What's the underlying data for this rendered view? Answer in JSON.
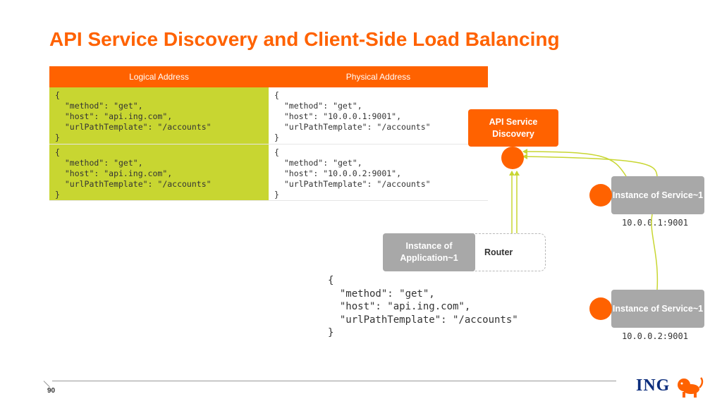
{
  "slide": {
    "title": "API Service Discovery and Client-Side Load Balancing",
    "page_number": "90"
  },
  "table": {
    "headers": [
      "Logical Address",
      "Physical Address"
    ],
    "rows": [
      {
        "logical": "{\n  \"method\": \"get\",\n  \"host\": \"api.ing.com\",\n  \"urlPathTemplate\": \"/accounts\"\n}",
        "physical": "{\n  \"method\": \"get\",\n  \"host\": \"10.0.0.1:9001\",\n  \"urlPathTemplate\": \"/accounts\"\n}"
      },
      {
        "logical": "{\n  \"method\": \"get\",\n  \"host\": \"api.ing.com\",\n  \"urlPathTemplate\": \"/accounts\"\n}",
        "physical": "{\n  \"method\": \"get\",\n  \"host\": \"10.0.0.2:9001\",\n  \"urlPathTemplate\": \"/accounts\"\n}"
      }
    ]
  },
  "diagram": {
    "service_discovery": "API Service Discovery",
    "service_instance_1": "Instance of Service~1",
    "service_instance_2": "Instance of Service~1",
    "service_instance_1_address": "10.0.0.1:9001",
    "service_instance_2_address": "10.0.0.2:9001",
    "application_instance": "Instance of Application~1",
    "router": "Router",
    "request": "{\n  \"method\": \"get\",\n  \"host\": \"api.ing.com\",\n  \"urlPathTemplate\": \"/accounts\"\n}"
  },
  "colors": {
    "accent": "#ff6200",
    "highlight": "#c8d631",
    "box_grey": "#a8a8a8",
    "arrow": "#c8d631",
    "logo": "#0d2e7d"
  },
  "logo": {
    "text": "ING",
    "icon": "lion-icon"
  }
}
